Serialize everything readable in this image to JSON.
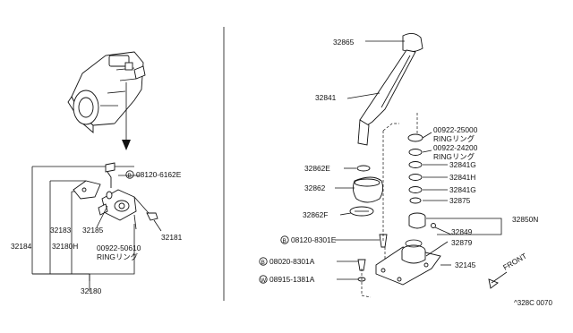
{
  "left_group": {
    "labels": {
      "p08120_6162E": "08120-6162E",
      "p08120_6162E_prefix": "B",
      "p32183": "32183",
      "p32185": "32185",
      "p32181": "32181",
      "p32184": "32184",
      "p32180H": "32180H",
      "p00922_50610": "00922-50610",
      "ring_a": "RINGリング",
      "p32180": "32180"
    }
  },
  "right_group": {
    "labels": {
      "p32865": "32865",
      "p32841": "32841",
      "p32862E": "32862E",
      "p32862": "32862",
      "p32862F": "32862F",
      "p00922_25000": "00922-25000",
      "ring_b": "RINGリング",
      "p00922_24200": "00922-24200",
      "ring_c": "RINGリング",
      "p32841G_a": "32841G",
      "p32841H": "32841H",
      "p32841G_b": "32841G",
      "p32875": "32875",
      "p32850N": "32850N",
      "p32849": "32849",
      "p32879": "32879",
      "p32145": "32145",
      "p08120_8301E": "08120-8301E",
      "p08120_8301E_prefix": "B",
      "p08020_8301A": "08020-8301A",
      "p08020_8301A_prefix": "B",
      "p08915_1381A": "08915-1381A",
      "p08915_1381A_prefix": "W",
      "front": "FRONT"
    }
  },
  "footer": {
    "code": "^328C 0070"
  }
}
